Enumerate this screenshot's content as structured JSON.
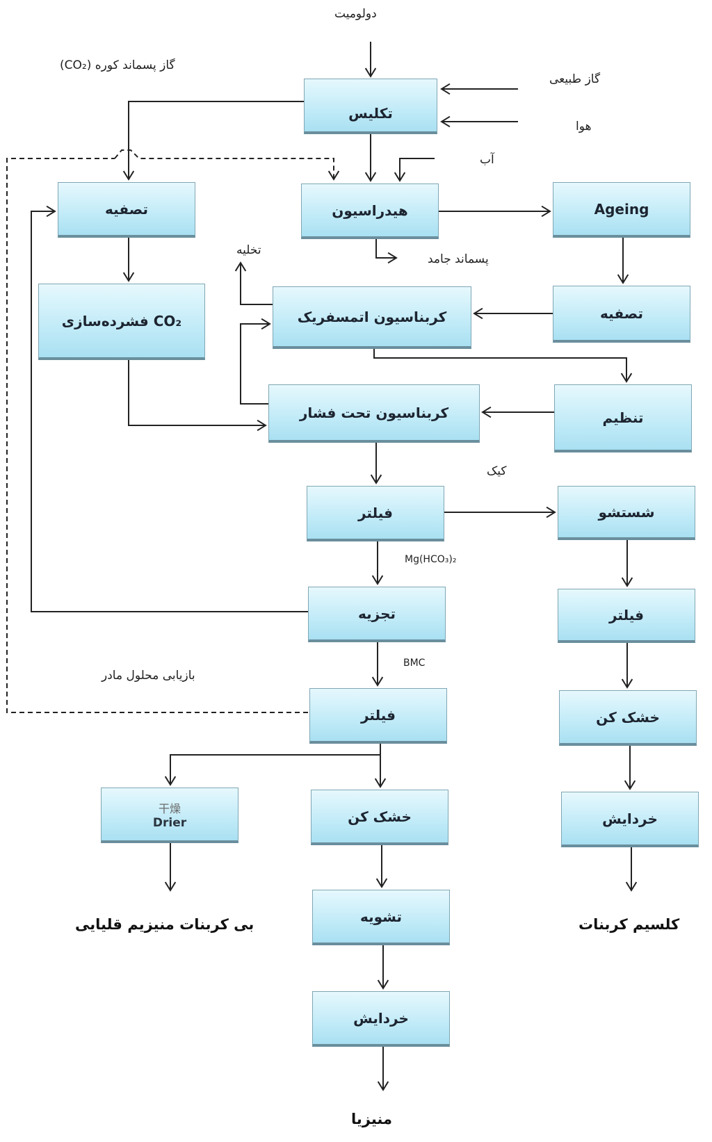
{
  "diagram": {
    "title": "",
    "inputs": {
      "dolomite": "دولومیت",
      "natural_gas": "گاز طبیعی",
      "air": "هوا",
      "water": "آب",
      "kiln_waste_gas": "گاز پسماند کوره (CO₂)"
    },
    "nodes": {
      "calcination": "تکلیس",
      "purification_left": "تصفیه",
      "hydration": "هیدراسیون",
      "ageing": "Ageing",
      "co2_compression": "فشرده‌سازی CO₂",
      "atmospheric_carbonation": "کربناسیون اتمسفریک",
      "purification_right": "تصفیه",
      "pressure_carbonation": "کربناسیون تحت فشار",
      "adjustment": "تنظیم",
      "filter_1": "فیلتر",
      "washing": "شستشو",
      "decomposition": "تجزیه",
      "filter_right": "فیلتر",
      "filter_2": "فیلتر",
      "dryer_right": "خشک کن",
      "drier_cn": "干燥",
      "drier_en": "Drier",
      "dryer_center": "خشک کن",
      "grinding_right": "خردایش",
      "calcination_2": "تشویه",
      "grinding_center": "خردایش"
    },
    "edge_labels": {
      "discharge": "تخلیه",
      "solid_waste": "پسماند جامد",
      "cake": "کیک",
      "mg_bicarbonate": "Mg(HCO₃)₂",
      "bmc": "BMC",
      "mother_liquor_recovery": "بازیابی محلول مادر"
    },
    "outputs": {
      "basic_magnesium_carbonate": "بی کربنات منیزیم قلیایی",
      "calcium_carbonate": "کلسیم کربنات",
      "magnesia": "منیزیا"
    },
    "colors": {
      "box_top": "#e6f8fd",
      "box_bottom": "#a9e0f2",
      "box_border": "#6a8e9c",
      "line": "#222222"
    }
  }
}
